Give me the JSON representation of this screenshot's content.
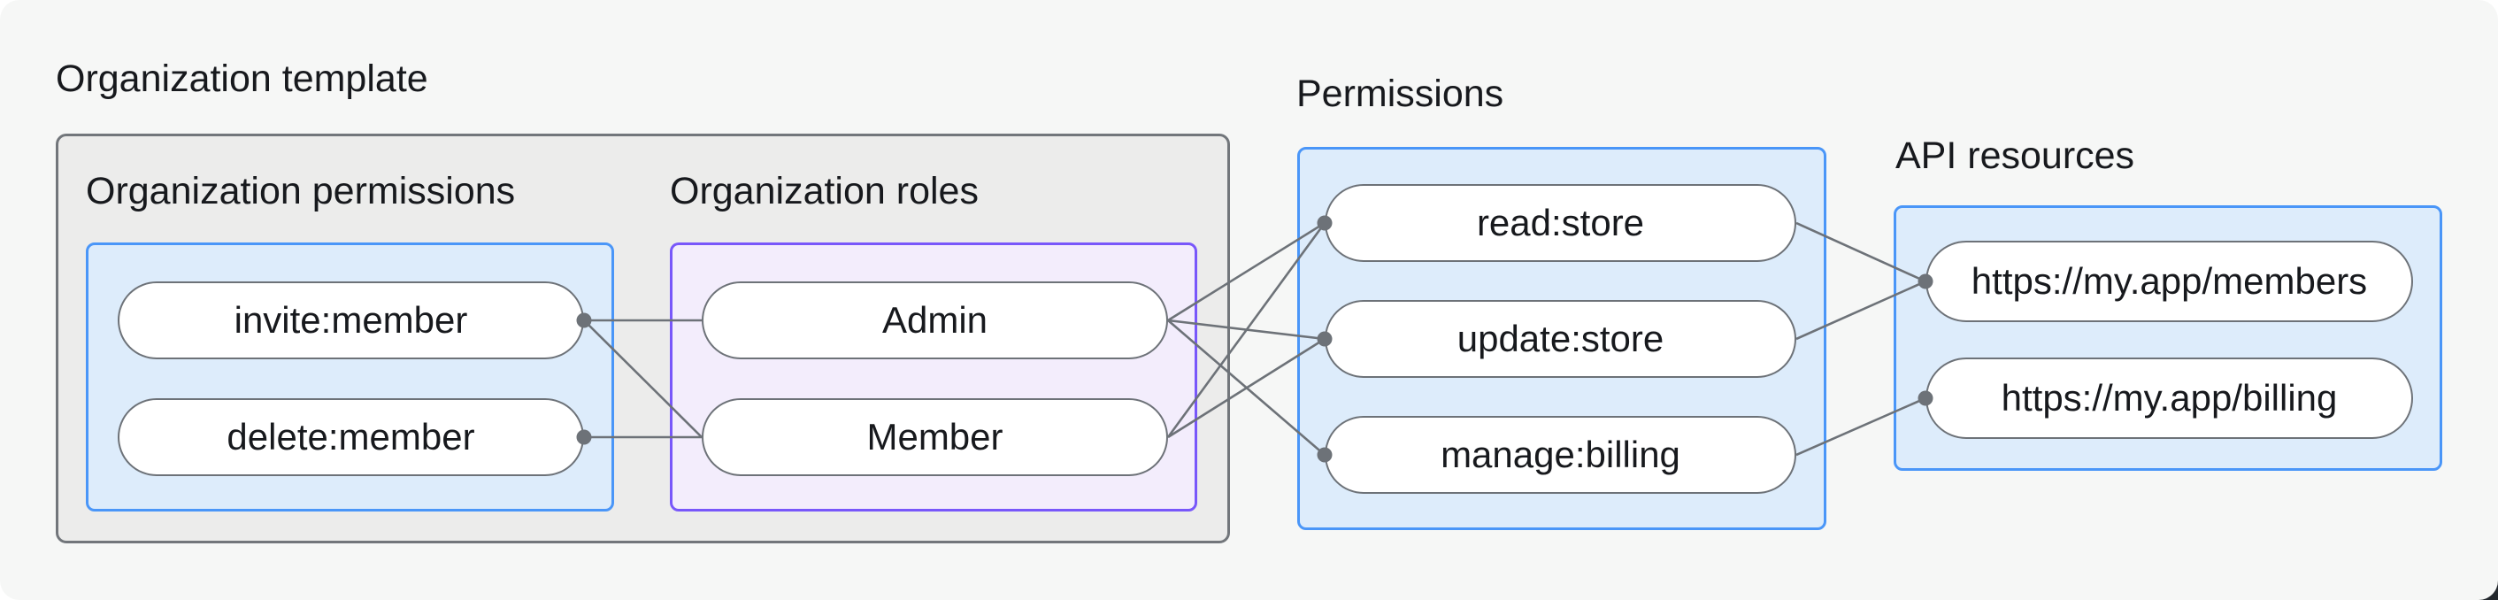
{
  "diagram": {
    "title": "Organization template",
    "sections": {
      "org_template": {
        "label": "Organization template"
      },
      "org_permissions": {
        "label": "Organization permissions"
      },
      "org_roles": {
        "label": "Organization roles"
      },
      "permissions": {
        "label": "Permissions"
      },
      "api_resources": {
        "label": "API resources"
      }
    },
    "nodes": {
      "invite_member": {
        "label": "invite:member"
      },
      "delete_member": {
        "label": "delete:member"
      },
      "admin": {
        "label": "Admin"
      },
      "member": {
        "label": "Member"
      },
      "read_store": {
        "label": "read:store"
      },
      "update_store": {
        "label": "update:store"
      },
      "manage_billing": {
        "label": "manage:billing"
      },
      "members_api": {
        "label": "https://my.app/members"
      },
      "billing_api": {
        "label": "https://my.app/billing"
      }
    },
    "edges": [
      {
        "from": "invite_member",
        "to": "admin"
      },
      {
        "from": "invite_member",
        "to": "member"
      },
      {
        "from": "delete_member",
        "to": "member"
      },
      {
        "from": "admin",
        "to": "read_store"
      },
      {
        "from": "admin",
        "to": "update_store"
      },
      {
        "from": "admin",
        "to": "manage_billing"
      },
      {
        "from": "member",
        "to": "read_store"
      },
      {
        "from": "member",
        "to": "update_store"
      },
      {
        "from": "read_store",
        "to": "members_api"
      },
      {
        "from": "update_store",
        "to": "members_api"
      },
      {
        "from": "manage_billing",
        "to": "billing_api"
      }
    ],
    "dots": [
      "invite_member:right",
      "delete_member:right",
      "read_store:left",
      "update_store:left",
      "manage_billing:left",
      "members_api:left",
      "billing_api:left"
    ]
  },
  "colors": {
    "canvas_bg": "#f6f7f6",
    "gray_box_bg": "#ececeb",
    "gray_box_border": "#72767b",
    "blue_box_bg": "#ddecfb",
    "blue_box_border": "#4a96f8",
    "purple_box_bg": "#f3edfc",
    "purple_box_border": "#7857fa",
    "node_bg": "#ffffff",
    "node_border": "#6d7278",
    "edge": "#6d7278",
    "text": "#17191d"
  }
}
